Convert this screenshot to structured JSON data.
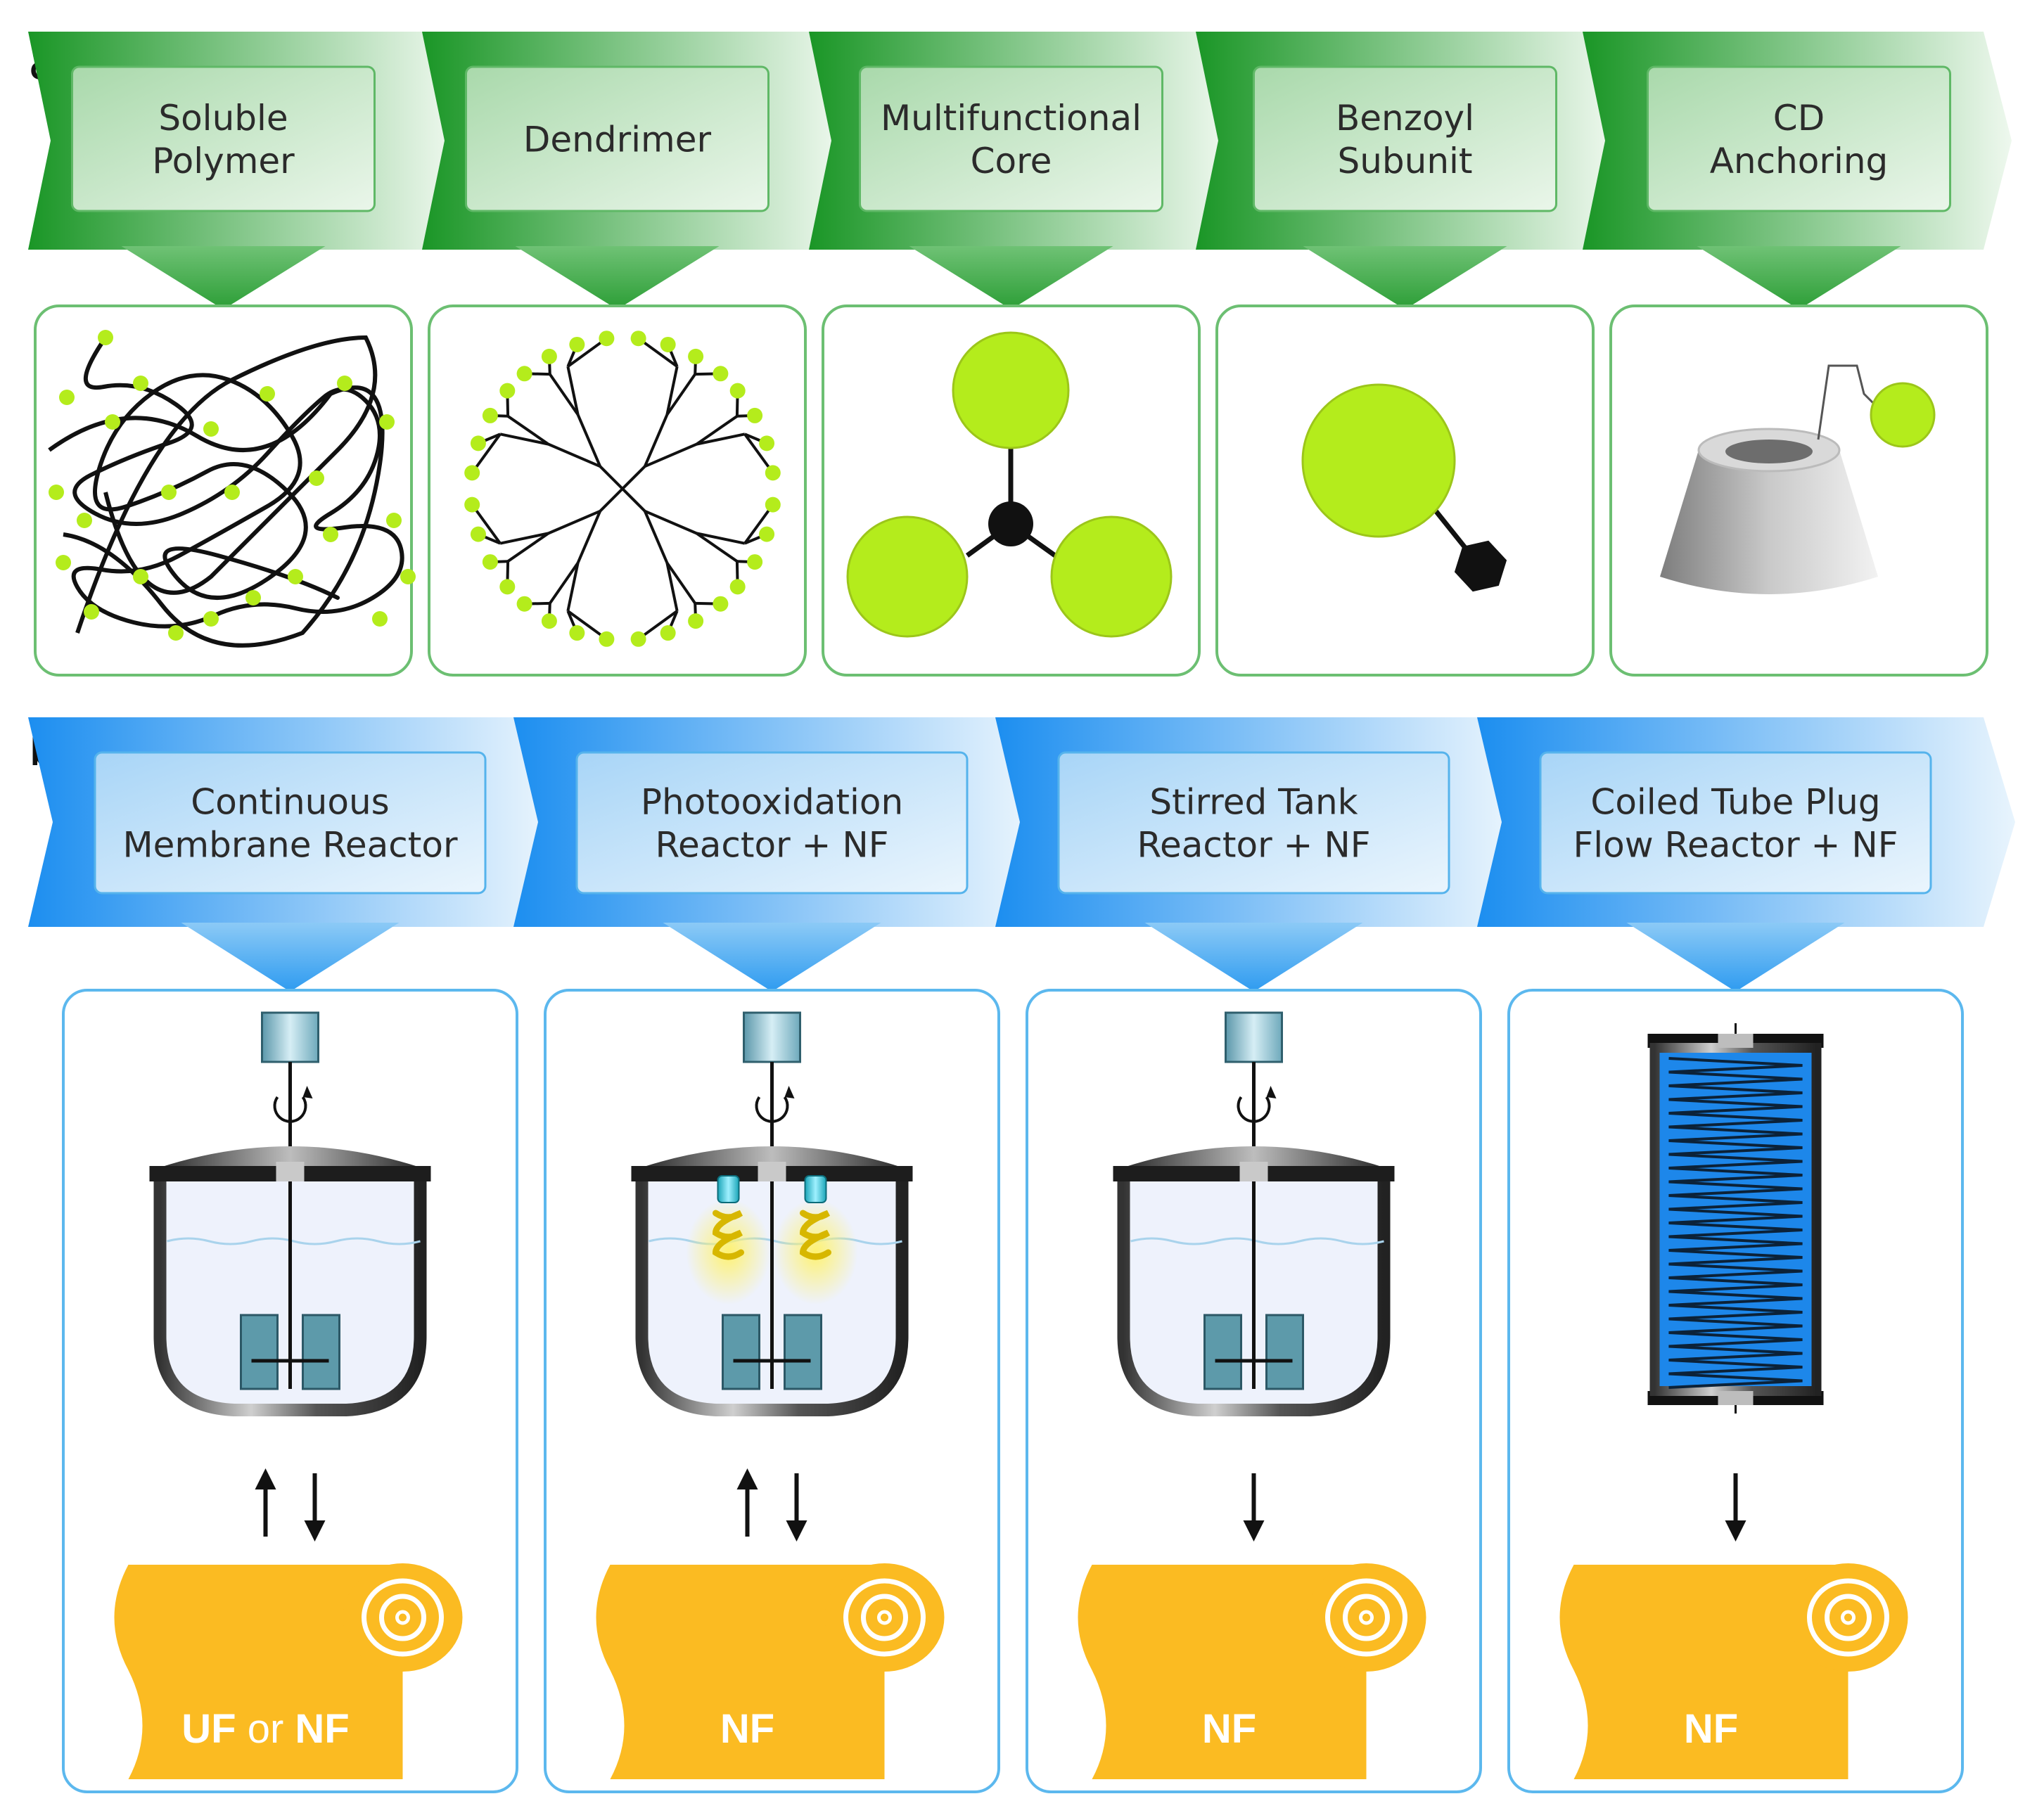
{
  "panel_a": {
    "letter": "a)",
    "steps": [
      {
        "lines": [
          "Soluble",
          "Polymer"
        ],
        "icon": "polymer-chain-icon"
      },
      {
        "lines": [
          "Dendrimer"
        ],
        "icon": "dendrimer-icon"
      },
      {
        "lines": [
          "Multifunctional",
          "Core"
        ],
        "icon": "multifunctional-core-icon"
      },
      {
        "lines": [
          "Benzoyl",
          "Subunit"
        ],
        "icon": "benzoyl-subunit-icon"
      },
      {
        "lines": [
          "CD",
          "Anchoring"
        ],
        "icon": "cyclodextrin-anchor-icon"
      }
    ]
  },
  "panel_b": {
    "letter": "b)",
    "steps": [
      {
        "lines": [
          "Continuous",
          "Membrane Reactor"
        ],
        "membrane_parts": [
          "UF",
          " or ",
          "NF"
        ],
        "arrows": "both"
      },
      {
        "lines": [
          "Photooxidation",
          "Reactor + NF"
        ],
        "membrane_parts": [
          "NF"
        ],
        "arrows": "both"
      },
      {
        "lines": [
          "Stirred Tank",
          "Reactor + NF"
        ],
        "membrane_parts": [
          "NF"
        ],
        "arrows": "down"
      },
      {
        "lines": [
          "Coiled Tube Plug",
          "Flow Reactor + NF"
        ],
        "membrane_parts": [
          "NF"
        ],
        "arrows": "down"
      }
    ]
  },
  "colors": {
    "green_dark": "#1e9a2a",
    "green_light": "#e6f4e6",
    "green_border": "#6cbf72",
    "green_dot": "#b4ec1c",
    "blue_dark": "#1c8ef0",
    "blue_light": "#e6f3fd",
    "blue_border": "#5cb8ee",
    "membrane": "#fbbb22",
    "coil_blue": "#1d87ea"
  }
}
